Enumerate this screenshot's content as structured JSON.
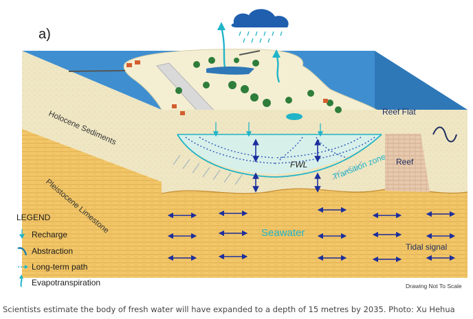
{
  "figure": {
    "panel_label": "a)",
    "labels": {
      "holocene": "Holocene Sediments",
      "pleistocene": "Pleistocene Limestone",
      "reef_flat": "Reef Flat",
      "reef": "Reef",
      "fwl": "FWL",
      "transition": "Transition zone",
      "seawater": "Seawater",
      "tidal": "Tidal signal",
      "scale_note": "Drawing Not To Scale"
    },
    "legend": {
      "title": "LEGEND",
      "items": [
        "Recharge",
        "Abstraction",
        "Long-term path",
        "Evapotranspiration"
      ]
    },
    "colors": {
      "sea": "#3f8fd0",
      "sand": "#efe6c3",
      "limestone": "#f2c769",
      "lens": "#d6f1ee",
      "arrow": "#1c2f9e",
      "cyan": "#21b4c8",
      "reef": "#e7c9ae"
    }
  },
  "caption": "Scientists estimate the body of fresh water will have expanded to a depth of 15 metres by 2035. Photo: Xu Hehua"
}
